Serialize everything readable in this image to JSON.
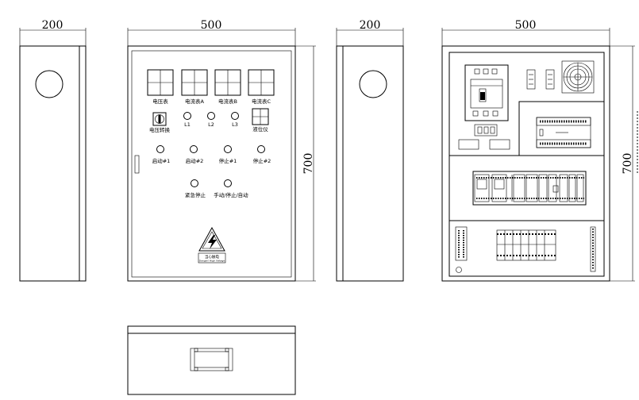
{
  "dimensions": {
    "side_width_left": "200",
    "front_width": "500",
    "side_width_right": "200",
    "interior_width": "500",
    "front_height": "700",
    "interior_height": "700"
  },
  "front_panel": {
    "meters": [
      "电压表",
      "电流表A",
      "电流表B",
      "电流表C"
    ],
    "voltage_switch": "电压转换",
    "lamps": [
      "L1",
      "L2",
      "L3"
    ],
    "level_controller": "液位仪",
    "buttons_row1": [
      "启动#1",
      "启动#2",
      "停止#1",
      "停止#2"
    ],
    "buttons_row2": [
      "紧急停止",
      "手动/停止/自动"
    ],
    "warning_text": "当心触电",
    "warning_subtext": "Danger! High Voltage"
  }
}
